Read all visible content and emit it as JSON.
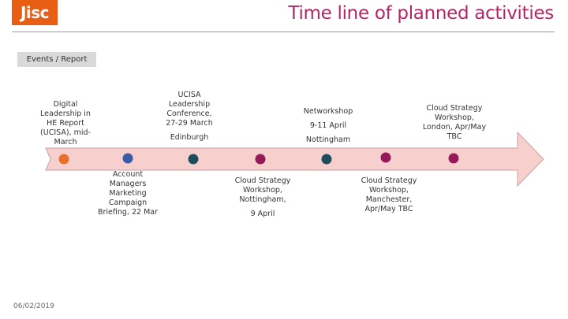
{
  "header": {
    "logo_text": "Jisc",
    "title": "Time line of planned activities"
  },
  "legend": {
    "label": "Events / Report"
  },
  "colors": {
    "brand": "#e85e13",
    "title": "#b32567",
    "arrow_fill": "#f7d0ce",
    "arrow_stroke": "#c9a0a0"
  },
  "timeline": {
    "markers": [
      {
        "name": "marker-1",
        "color": "#e8702a"
      },
      {
        "name": "marker-2",
        "color": "#3b5aa8"
      },
      {
        "name": "marker-3",
        "color": "#1e4e5e"
      },
      {
        "name": "marker-4",
        "color": "#951a5a"
      },
      {
        "name": "marker-5",
        "color": "#1e4e5e"
      },
      {
        "name": "marker-6",
        "color": "#951a5a"
      },
      {
        "name": "marker-7",
        "color": "#951a5a"
      }
    ],
    "events_above": [
      {
        "lines": [
          "Digital",
          "Leadership in",
          "HE Report",
          "(UCISA), mid-",
          "March"
        ]
      },
      {
        "lines": [
          "UCISA",
          "Leadership",
          "Conference,",
          "27-29 March"
        ],
        "extra": "Edinburgh"
      },
      {
        "lines": [
          "Networkshop"
        ],
        "extra2": "9-11 April",
        "extra": "Nottingham"
      },
      {
        "lines": [
          "Cloud Strategy",
          "Workshop,",
          "London, Apr/May",
          "TBC"
        ]
      }
    ],
    "events_below": [
      {
        "lines": [
          "Account",
          "Managers",
          "Marketing",
          "Campaign",
          "Briefing, 22 Mar"
        ]
      },
      {
        "lines": [
          "Cloud Strategy",
          "Workshop,",
          "Nottingham,"
        ],
        "extra": "9 April"
      },
      {
        "lines": [
          "Cloud Strategy",
          "Workshop,",
          "Manchester,",
          "Apr/May TBC"
        ]
      }
    ]
  },
  "footer": {
    "date": "06/02/2019"
  }
}
